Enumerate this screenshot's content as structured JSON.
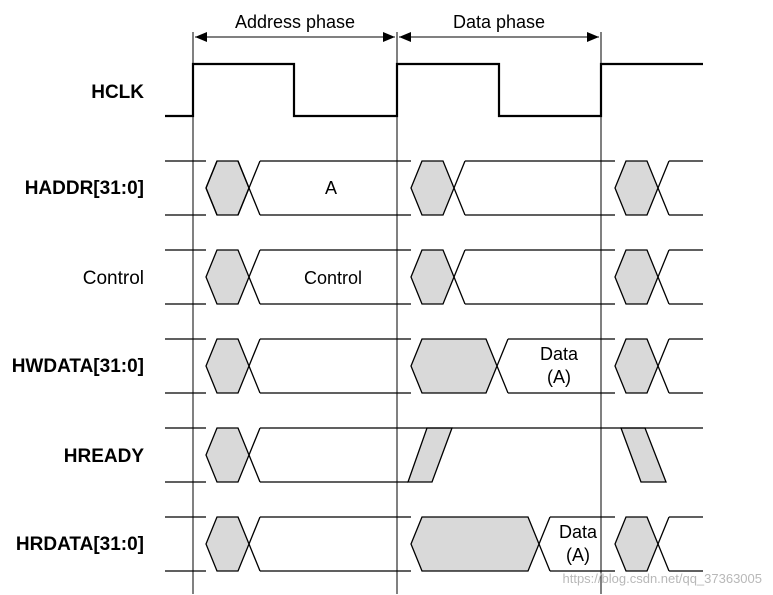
{
  "phases": {
    "address": "Address phase",
    "data": "Data phase"
  },
  "signals": {
    "hclk": "HCLK",
    "haddr": "HADDR[31:0]",
    "control": "Control",
    "hwdata": "HWDATA[31:0]",
    "hready": "HREADY",
    "hrdata": "HRDATA[31:0]"
  },
  "values": {
    "haddr": "A",
    "control": "Control",
    "hwdata_line1": "Data",
    "hwdata_line2": "(A)",
    "hrdata_line1": "Data",
    "hrdata_line2": "(A)"
  },
  "watermark": "https://blog.csdn.net/qq_37363005"
}
